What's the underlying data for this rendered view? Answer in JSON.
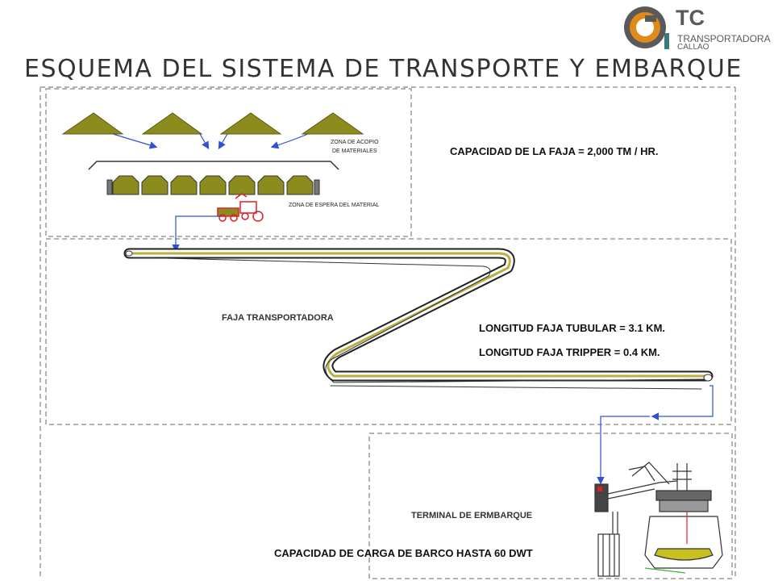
{
  "title": "ESQUEMA DEL SISTEMA DE  TRANSPORTE Y EMBARQUE",
  "logo": {
    "mark": "TC",
    "line1": "TRANSPORTADORA",
    "line2": "CALLAO"
  },
  "zones": {
    "acopio_l1": "ZONA DE ACOPIO",
    "acopio_l2": "DE MATERIALES",
    "espera": "ZONA DE ESPERA DEL MATERIAL",
    "faja": "FAJA TRANSPORTADORA",
    "terminal": "TERMINAL DE ERMBARQUE"
  },
  "specs": {
    "capacidad_faja": "CAPACIDAD DE LA FAJA = 2,000  TM / HR.",
    "longitud_tubular": "LONGITUD FAJA TUBULAR = 3.1 KM.",
    "longitud_tripper": "LONGITUD FAJA TRIPPER = 0.4 KM.",
    "capacidad_barco": "CAPACIDAD DE CARGA DE BARCO HASTA 60 DWT"
  },
  "colors": {
    "pile": "#8c8c1e",
    "flow_arrow": "#3050d8",
    "vehicle": "#e02020",
    "belt": "#b8b040",
    "logo_orange": "#e08a1a",
    "logo_teal": "#3a7a7a"
  }
}
